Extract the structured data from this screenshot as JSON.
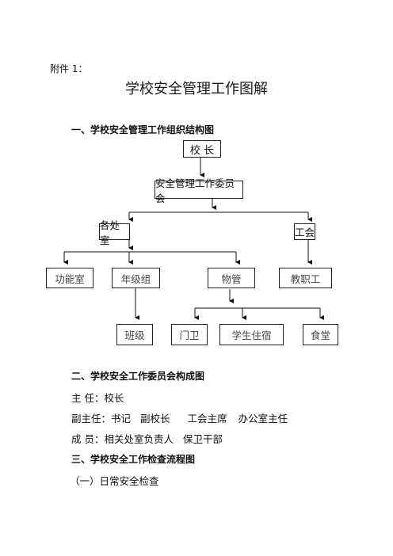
{
  "header": {
    "attachment": "附件 1：",
    "title": "学校安全管理工作图解"
  },
  "section1": {
    "heading": "一、学校安全管理工作组织结构图"
  },
  "org": {
    "principal": "校 长",
    "committee": "安全管理工作委员会",
    "offices": "各处室",
    "union": "工会",
    "functional": "功能室",
    "grade": "年级组",
    "property": "物管",
    "staff": "教职工",
    "class": "班级",
    "gate": "门卫",
    "dorm": "学生住宿",
    "canteen": "食堂"
  },
  "section2": {
    "heading": "二、学校安全工作委员会构成图",
    "director_label": "主 任：",
    "director_value": "校长",
    "deputy_label": "副主任：",
    "deputy_1": "书记",
    "deputy_2": "副校长",
    "deputy_3": "工会主席",
    "deputy_4": "办公室主任",
    "members_label": "成 员：",
    "members_1": "相关处室负责人",
    "members_2": "保卫干部"
  },
  "section3": {
    "heading": "三、学校安全工作检查流程图",
    "sub1": "（一）日常安全检查"
  }
}
